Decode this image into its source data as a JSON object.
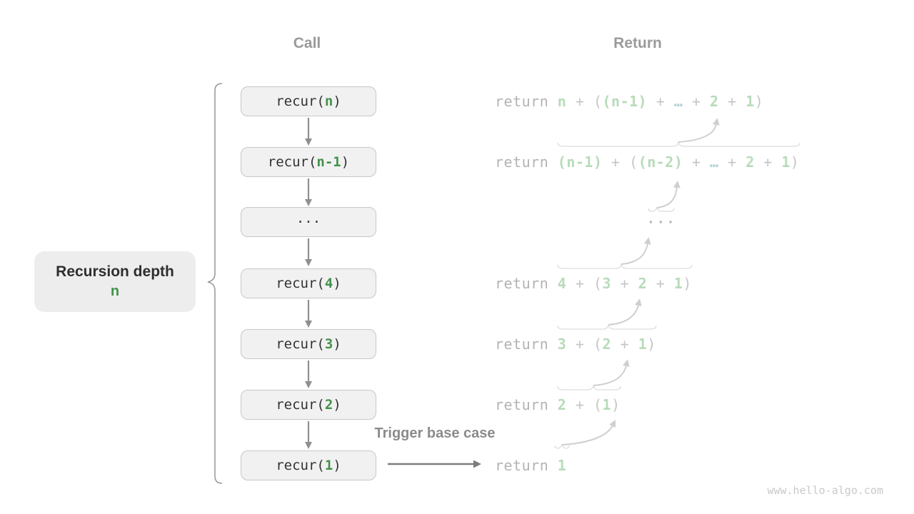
{
  "header": {
    "call": "Call",
    "return": "Return"
  },
  "left_panel": {
    "title": "Recursion depth",
    "value": "n"
  },
  "annotations": {
    "trigger_base_case": "Trigger base case",
    "watermark": "www.hello-algo.com"
  },
  "call_stack": {
    "rows": [
      {
        "tokens": [
          {
            "t": "recur(",
            "c": "dark"
          },
          {
            "t": "n",
            "c": "green"
          },
          {
            "t": ")",
            "c": "dark"
          }
        ]
      },
      {
        "tokens": [
          {
            "t": "recur(",
            "c": "dark"
          },
          {
            "t": "n-1",
            "c": "green"
          },
          {
            "t": ")",
            "c": "dark"
          }
        ]
      },
      {
        "tokens": [
          {
            "t": "···",
            "c": "dark"
          }
        ]
      },
      {
        "tokens": [
          {
            "t": "recur(",
            "c": "dark"
          },
          {
            "t": "4",
            "c": "green"
          },
          {
            "t": ")",
            "c": "dark"
          }
        ]
      },
      {
        "tokens": [
          {
            "t": "recur(",
            "c": "dark"
          },
          {
            "t": "3",
            "c": "green"
          },
          {
            "t": ")",
            "c": "dark"
          }
        ]
      },
      {
        "tokens": [
          {
            "t": "recur(",
            "c": "dark"
          },
          {
            "t": "2",
            "c": "green"
          },
          {
            "t": ")",
            "c": "dark"
          }
        ]
      },
      {
        "tokens": [
          {
            "t": "recur(",
            "c": "dark"
          },
          {
            "t": "1",
            "c": "green"
          },
          {
            "t": ")",
            "c": "dark"
          }
        ]
      }
    ]
  },
  "return_column": {
    "rows": [
      {
        "tokens": [
          {
            "t": "return ",
            "c": "w"
          },
          {
            "t": "n",
            "c": "g"
          },
          {
            "t": " + ",
            "c": "o"
          },
          {
            "t": "(",
            "c": "o"
          },
          {
            "t": "(n-1)",
            "c": "g"
          },
          {
            "t": " + ",
            "c": "o"
          },
          {
            "t": "…",
            "c": "e"
          },
          {
            "t": " + ",
            "c": "o"
          },
          {
            "t": "2",
            "c": "g"
          },
          {
            "t": " + ",
            "c": "o"
          },
          {
            "t": "1",
            "c": "g"
          },
          {
            "t": ")",
            "c": "o"
          }
        ]
      },
      {
        "tokens": [
          {
            "t": "return ",
            "c": "w"
          },
          {
            "t": "(n-1)",
            "c": "g"
          },
          {
            "t": " + ",
            "c": "o"
          },
          {
            "t": "(",
            "c": "o"
          },
          {
            "t": "(n-2)",
            "c": "g"
          },
          {
            "t": " + ",
            "c": "o"
          },
          {
            "t": "…",
            "c": "e"
          },
          {
            "t": " + ",
            "c": "o"
          },
          {
            "t": "2",
            "c": "g"
          },
          {
            "t": " + ",
            "c": "o"
          },
          {
            "t": "1",
            "c": "g"
          },
          {
            "t": ")",
            "c": "o"
          }
        ]
      },
      {
        "tokens": [
          {
            "t": "···",
            "c": "dots"
          }
        ]
      },
      {
        "tokens": [
          {
            "t": "return ",
            "c": "w"
          },
          {
            "t": "4",
            "c": "g"
          },
          {
            "t": " + ",
            "c": "o"
          },
          {
            "t": "(",
            "c": "o"
          },
          {
            "t": "3",
            "c": "g"
          },
          {
            "t": " + ",
            "c": "o"
          },
          {
            "t": "2",
            "c": "g"
          },
          {
            "t": " + ",
            "c": "o"
          },
          {
            "t": "1",
            "c": "g"
          },
          {
            "t": ")",
            "c": "o"
          }
        ]
      },
      {
        "tokens": [
          {
            "t": "return ",
            "c": "w"
          },
          {
            "t": "3",
            "c": "g"
          },
          {
            "t": " + ",
            "c": "o"
          },
          {
            "t": "(",
            "c": "o"
          },
          {
            "t": "2",
            "c": "g"
          },
          {
            "t": " + ",
            "c": "o"
          },
          {
            "t": "1",
            "c": "g"
          },
          {
            "t": ")",
            "c": "o"
          }
        ]
      },
      {
        "tokens": [
          {
            "t": "return ",
            "c": "w"
          },
          {
            "t": "2",
            "c": "g"
          },
          {
            "t": " + ",
            "c": "o"
          },
          {
            "t": "(",
            "c": "o"
          },
          {
            "t": "1",
            "c": "g"
          },
          {
            "t": ")",
            "c": "o"
          }
        ]
      },
      {
        "tokens": [
          {
            "t": "return ",
            "c": "w"
          },
          {
            "t": "1",
            "c": "g"
          }
        ]
      }
    ]
  },
  "colors": {
    "accent_green": "#43914a",
    "pale_green": "#b7dbb9",
    "pale_ellipsis": "#aed0d3",
    "code_dark": "#333333",
    "return_gray": "#b3b3b3",
    "operator_gray": "#c6c6c6",
    "header_gray": "#9a9a9a",
    "box_bg": "#f1f1f1",
    "box_border": "#c7c7c7",
    "label_bg": "#ededed",
    "arrow_dark": "#8f8f8f",
    "arrow_mid": "#7d7d7d",
    "arrow_light": "#cfcfcf",
    "brace_light": "#dedede",
    "watermark_gray": "#c9c9c9"
  }
}
